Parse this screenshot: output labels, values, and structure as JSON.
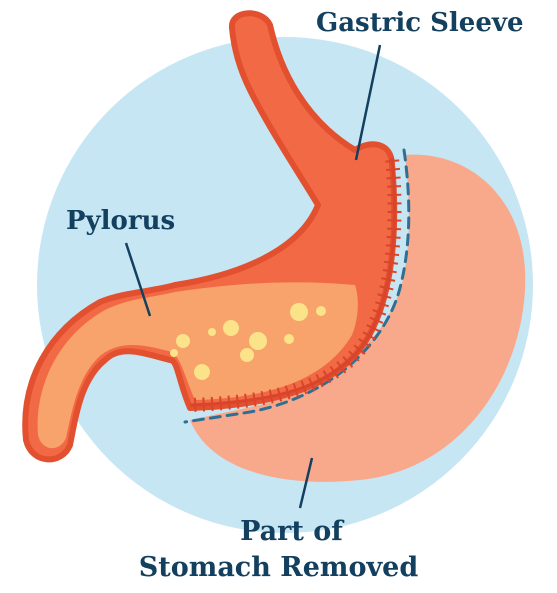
{
  "diagram": {
    "labels": {
      "gastric_sleeve": "Gastric Sleeve",
      "pylorus": "Pylorus",
      "removed_line1": "Part of",
      "removed_line2": "Stomach Removed"
    },
    "colors": {
      "background_circle": "#c6e6f3",
      "removed_stomach": "#f9a98b",
      "sleeve_fill": "#f26a45",
      "sleeve_outline": "#e2502f",
      "sleeve_light": "#f8a36b",
      "food_dots": "#fbe38a",
      "staple_line": "#d9452b",
      "dashed_cut": "#2f6f93",
      "label_text": "#14405f",
      "leader_line": "#14405f"
    }
  }
}
